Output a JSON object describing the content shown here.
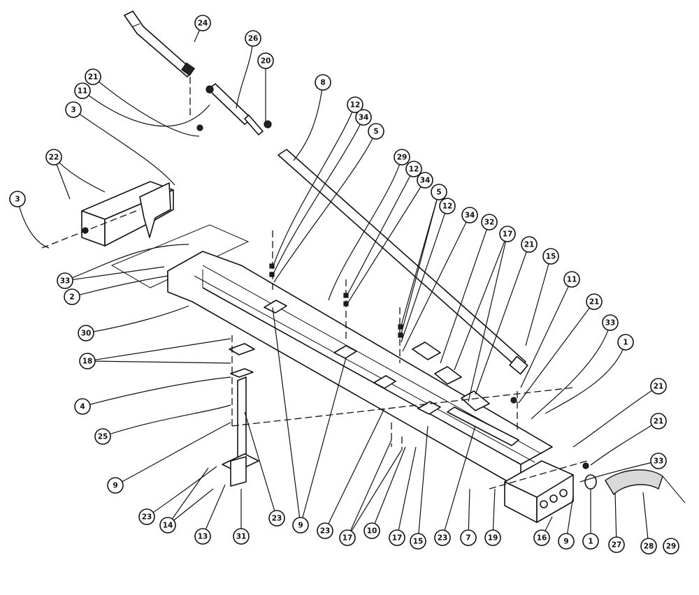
{
  "diagram": {
    "callouts": [
      {
        "id": "c24",
        "label": "24"
      },
      {
        "id": "c26",
        "label": "26"
      },
      {
        "id": "c20",
        "label": "20"
      },
      {
        "id": "c21a",
        "label": "21"
      },
      {
        "id": "c11a",
        "label": "11"
      },
      {
        "id": "c8",
        "label": "8"
      },
      {
        "id": "c3a",
        "label": "3"
      },
      {
        "id": "c12a",
        "label": "12"
      },
      {
        "id": "c34a",
        "label": "34"
      },
      {
        "id": "c5a",
        "label": "5"
      },
      {
        "id": "c22",
        "label": "22"
      },
      {
        "id": "c29a",
        "label": "29"
      },
      {
        "id": "c12b",
        "label": "12"
      },
      {
        "id": "c3b",
        "label": "3"
      },
      {
        "id": "c34b",
        "label": "34"
      },
      {
        "id": "c5b",
        "label": "5"
      },
      {
        "id": "c12c",
        "label": "12"
      },
      {
        "id": "c34c",
        "label": "34"
      },
      {
        "id": "c32",
        "label": "32"
      },
      {
        "id": "c17a",
        "label": "17"
      },
      {
        "id": "c21b",
        "label": "21"
      },
      {
        "id": "c15a",
        "label": "15"
      },
      {
        "id": "c33a",
        "label": "33"
      },
      {
        "id": "c11b",
        "label": "11"
      },
      {
        "id": "c21c",
        "label": "21"
      },
      {
        "id": "c2",
        "label": "2"
      },
      {
        "id": "c33b",
        "label": "33"
      },
      {
        "id": "c1a",
        "label": "1"
      },
      {
        "id": "c30",
        "label": "30"
      },
      {
        "id": "c21d",
        "label": "21"
      },
      {
        "id": "c18",
        "label": "18"
      },
      {
        "id": "c21e",
        "label": "21"
      },
      {
        "id": "c4",
        "label": "4"
      },
      {
        "id": "c33c",
        "label": "33"
      },
      {
        "id": "c25",
        "label": "25"
      },
      {
        "id": "c9a",
        "label": "9"
      },
      {
        "id": "c23a",
        "label": "23"
      },
      {
        "id": "c14",
        "label": "14"
      },
      {
        "id": "c13",
        "label": "13"
      },
      {
        "id": "c31",
        "label": "31"
      },
      {
        "id": "c23b",
        "label": "23"
      },
      {
        "id": "c9b",
        "label": "9"
      },
      {
        "id": "c23c",
        "label": "23"
      },
      {
        "id": "c17b",
        "label": "17"
      },
      {
        "id": "c10",
        "label": "10"
      },
      {
        "id": "c17c",
        "label": "17"
      },
      {
        "id": "c15b",
        "label": "15"
      },
      {
        "id": "c23d",
        "label": "23"
      },
      {
        "id": "c7",
        "label": "7"
      },
      {
        "id": "c19",
        "label": "19"
      },
      {
        "id": "c16",
        "label": "16"
      },
      {
        "id": "c9c",
        "label": "9"
      },
      {
        "id": "c1b",
        "label": "1"
      },
      {
        "id": "c27",
        "label": "27"
      },
      {
        "id": "c28",
        "label": "28"
      },
      {
        "id": "c29b",
        "label": "29"
      }
    ]
  }
}
